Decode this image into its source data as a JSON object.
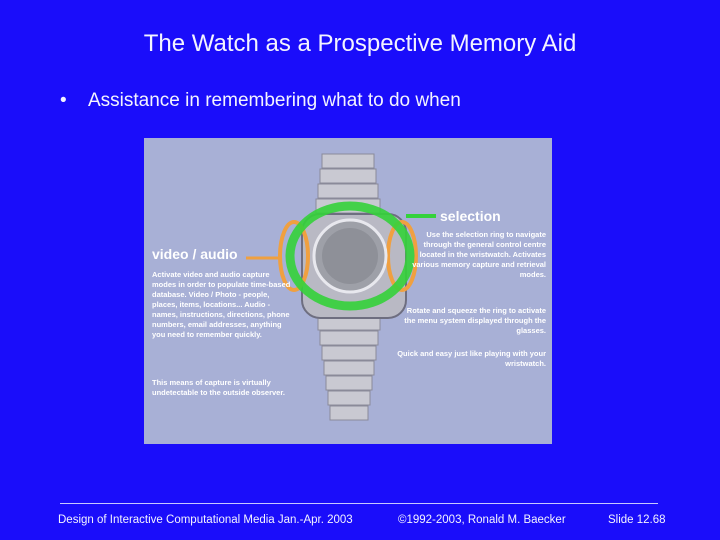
{
  "slide": {
    "title": "The Watch as a Prospective Memory Aid",
    "bullet_marker": "•",
    "bullet": "Assistance in remembering what to do when"
  },
  "figure": {
    "selection_label": "selection",
    "selection_desc": "Use the selection ring to navigate through the general control centre located in the wristwatch. Activates various memory capture and retrieval modes.",
    "rotate_desc": "Rotate and squeeze the ring to activate the menu system displayed through the glasses.",
    "quick_desc": "Quick and easy just like playing with your wristwatch.",
    "video_label": "video / audio",
    "video_desc": "Activate video and audio capture modes in order to populate time-based database. Video / Photo - people, places, items, locations... Audio - names, instructions, directions, phone numbers, email addresses, anything you need to remember quickly.",
    "capture_desc": "This means of capture is virtually undetectable to the outside observer.",
    "colors": {
      "panel": "#a8b0d6",
      "selection_ring": "#34d23a",
      "side_buttons": "#f0a040",
      "metal": "#cfcfd6"
    }
  },
  "footer": {
    "left": "Design of Interactive Computational Media Jan.-Apr. 2003",
    "middle": "©1992-2003, Ronald M. Baecker",
    "right": "Slide 12.68"
  },
  "colors": {
    "background": "#1a0dfa",
    "text": "#f3f3ff"
  }
}
